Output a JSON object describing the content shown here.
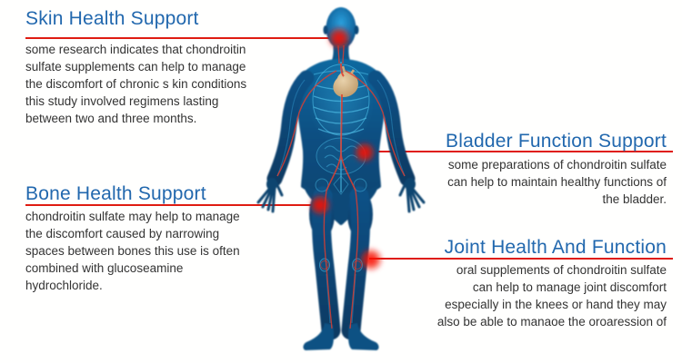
{
  "page": {
    "background": "#fffffe",
    "subject": "chondroitin sulfate benefits infographic"
  },
  "colors": {
    "heading_blue": "#2268ae",
    "connector_red": "#df1c12",
    "body_text": "#333333",
    "figure_blue_dark": "#0a3e6b",
    "figure_blue_mid": "#0d4f82",
    "figure_cyan_detail": "#4ec3ec",
    "vessel_red": "#e23d2e",
    "highlight_red": "#ff2012",
    "heart_tan": "#d9c09c"
  },
  "figure": {
    "name": "translucent anatomical human body, front view",
    "highlights": [
      "face",
      "bladder",
      "left-thigh",
      "right-knee"
    ]
  },
  "callouts": [
    {
      "id": "skin",
      "title": "Skin Health Support",
      "lines": [
        "some research indicates that chondroitin",
        "sulfate supplements can help to manage",
        "the discomfort of chronic s kin conditions",
        "this study involved regimens lasting",
        "between two and three months."
      ]
    },
    {
      "id": "bone",
      "title": "Bone Health Support",
      "lines": [
        "chondroitin sulfate may help to manage",
        "the discomfort caused by narrowing",
        "spaces between bones this use is often",
        "combined with glucoseamine",
        "hydrochloride."
      ]
    },
    {
      "id": "bladder",
      "title": "Bladder Function Support",
      "lines": [
        "some preparations of chondroitin sulfate",
        "can help to maintain healthy functions of",
        "the bladder."
      ]
    },
    {
      "id": "joint",
      "title": "Joint Health And Function",
      "lines": [
        "oral supplements of chondroitin sulfate",
        "can help to manage joint discomfort",
        "especially in the knees or hand they may",
        "also be able to manaoe the oroaression of"
      ]
    }
  ]
}
